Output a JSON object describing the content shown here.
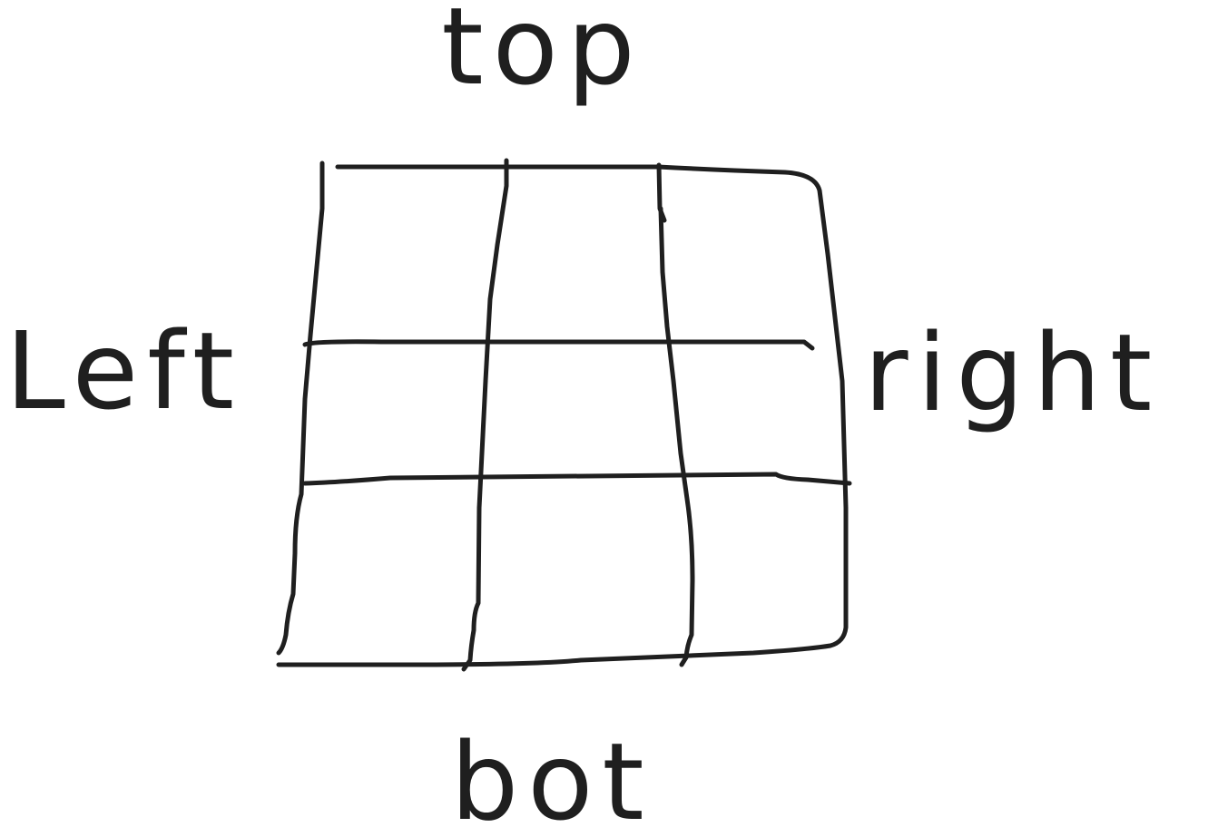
{
  "labels": {
    "top": "top",
    "left": "Left",
    "right": "right",
    "bottom": "bot"
  },
  "grid": {
    "rows": 3,
    "columns": 3
  },
  "colors": {
    "ink": "#1f1f1f",
    "background": "#ffffff"
  }
}
